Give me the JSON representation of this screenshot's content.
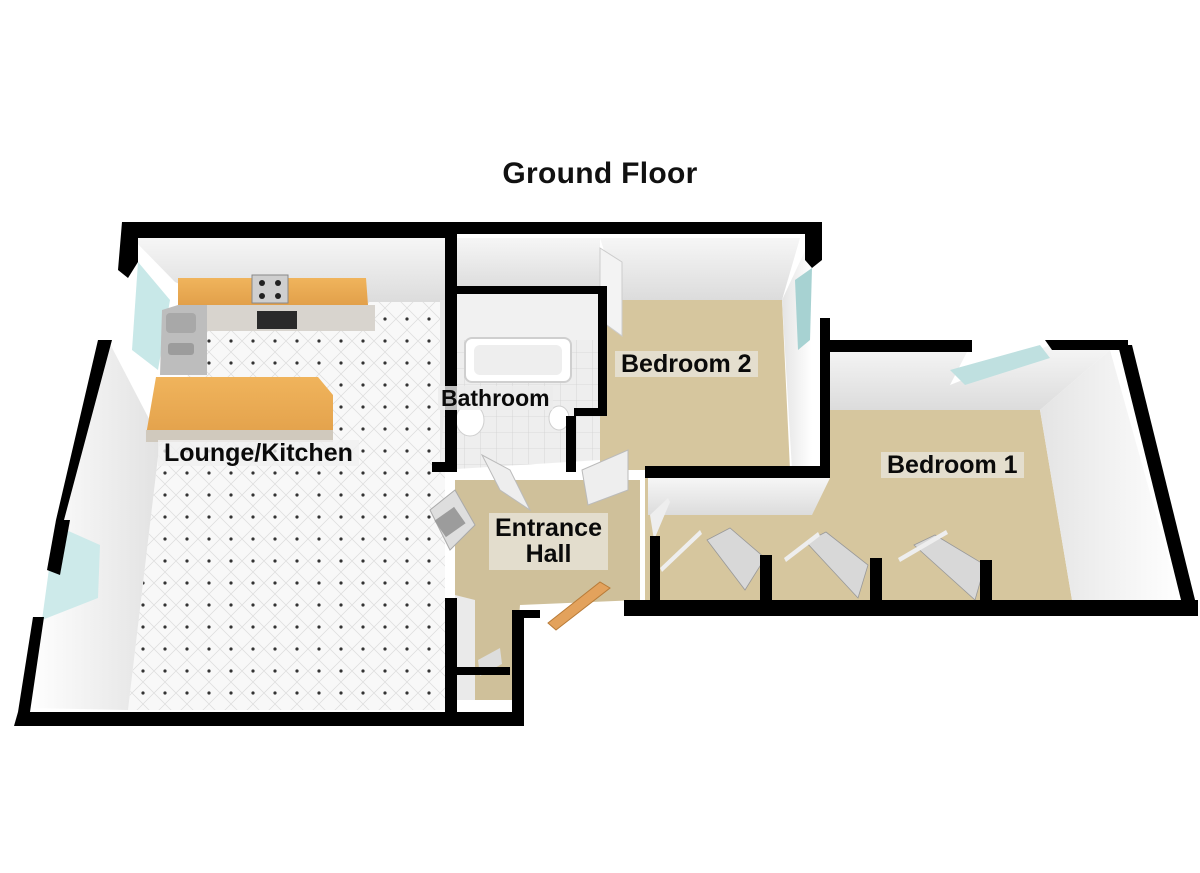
{
  "plan": {
    "title": "Ground Floor",
    "rooms": [
      {
        "id": "lounge-kitchen",
        "label": "Lounge/Kitchen",
        "floor": "white-tile-dotted"
      },
      {
        "id": "bathroom",
        "label": "Bathroom",
        "floor": "white-tile"
      },
      {
        "id": "bedroom-2",
        "label": "Bedroom 2",
        "floor": "beige-carpet"
      },
      {
        "id": "bedroom-1",
        "label": "Bedroom 1",
        "floor": "beige-carpet"
      },
      {
        "id": "entrance-hall",
        "label": "Entrance\nHall",
        "floor": "beige-carpet"
      }
    ],
    "colors": {
      "wall": "#000000",
      "wall_face": "#f4f4f4",
      "carpet": "#d8c8a0",
      "tile": "#f7f7f7",
      "worktop": "#e8a850",
      "window": "#bfe3e3",
      "door_wood": "#e0a060"
    }
  }
}
